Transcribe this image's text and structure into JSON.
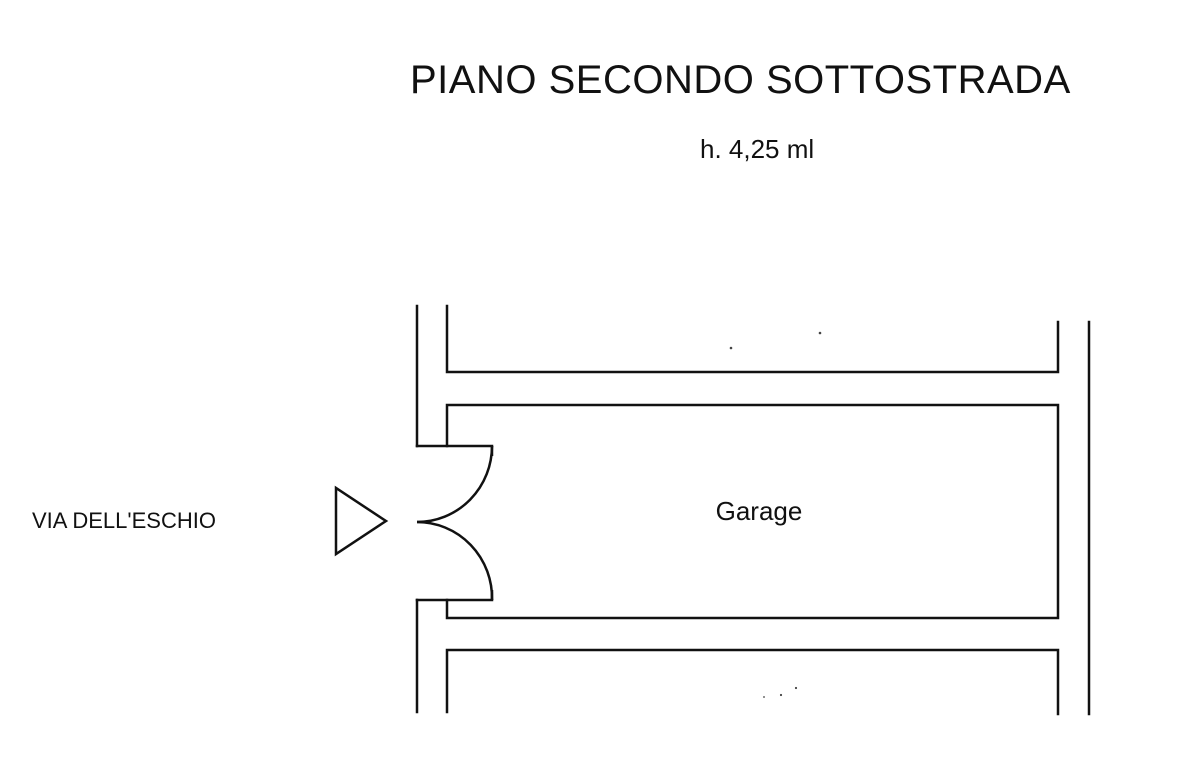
{
  "plan": {
    "title": "PIANO SECONDO SOTTOSTRADA",
    "height_note": "h. 4,25 ml",
    "street": "VIA DELL'ESCHIO",
    "rooms": [
      {
        "label": "Garage"
      }
    ]
  },
  "colors": {
    "line": "#111111",
    "background": "#ffffff"
  },
  "icons": {
    "entrance": "triangle-arrow-right-icon",
    "door": "double-swing-door-icon"
  }
}
